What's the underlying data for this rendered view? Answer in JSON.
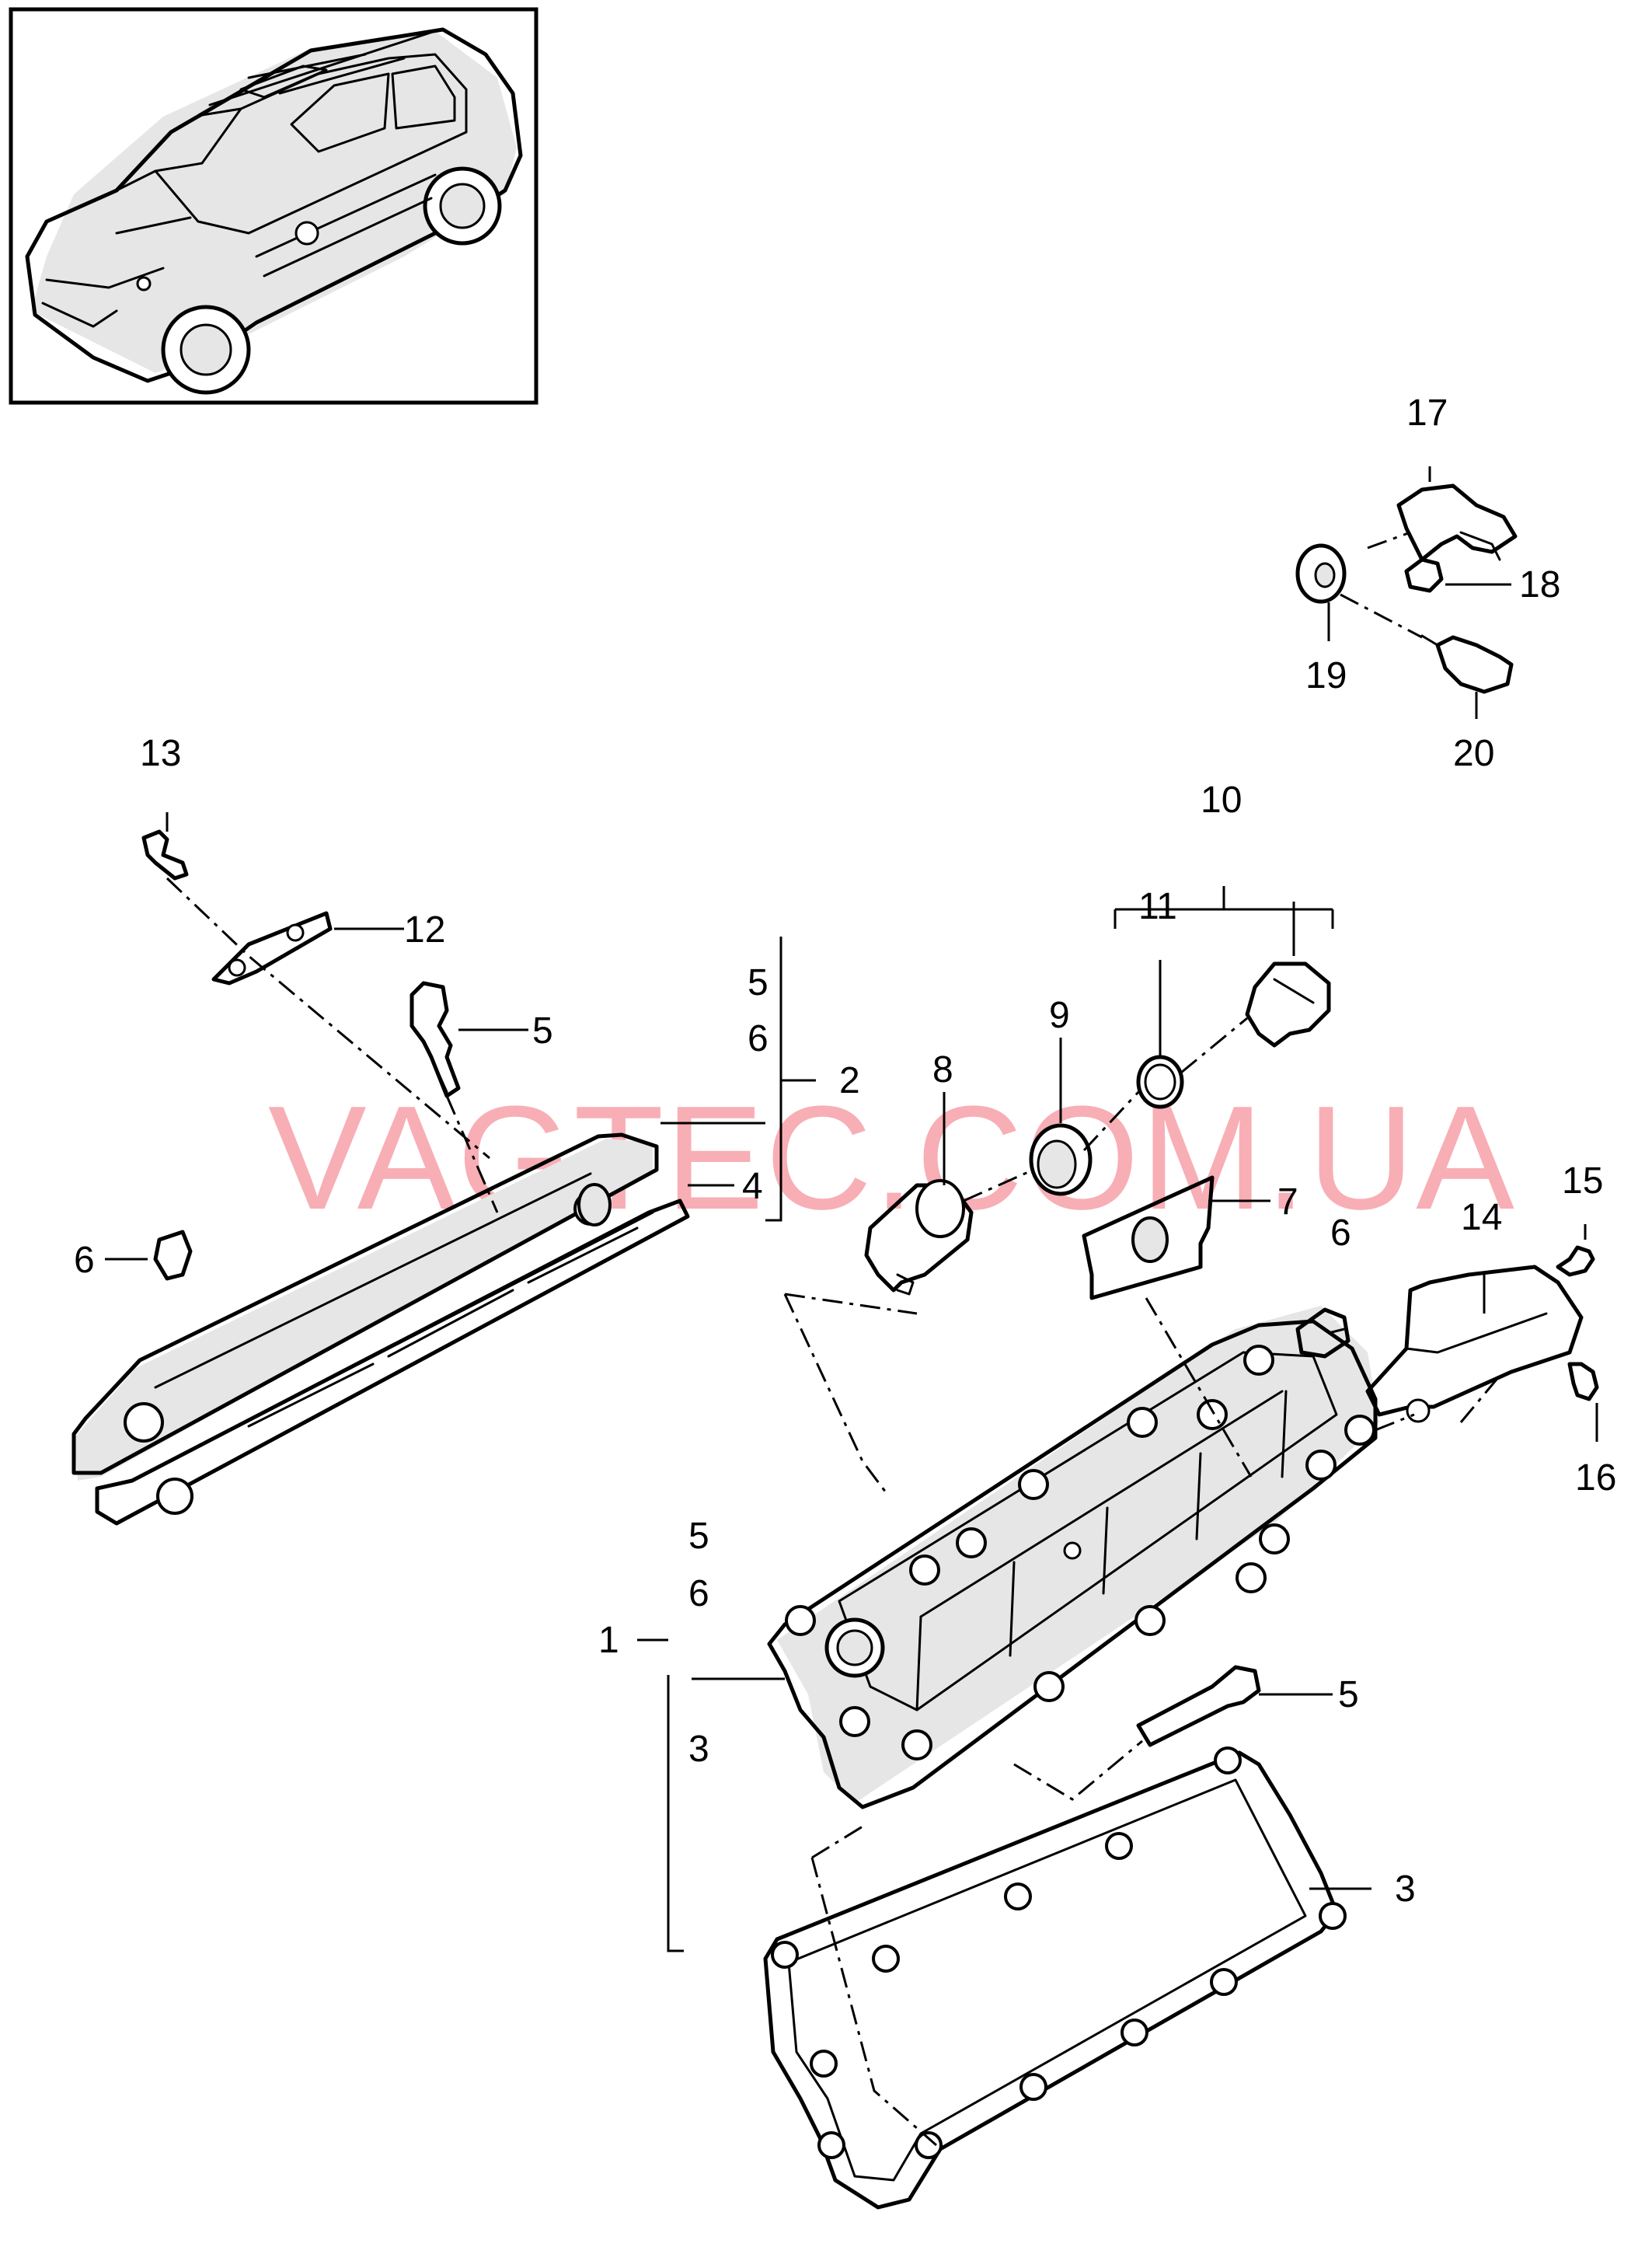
{
  "watermark": "VAGTEC.COM.UA",
  "labels": {
    "l1": "1",
    "l2": "2",
    "l3a": "3",
    "l3b": "3",
    "l4": "4",
    "l5a": "5",
    "l5b": "5",
    "l5c": "5",
    "l5d": "5",
    "l6a": "6",
    "l6b": "6",
    "l6c": "6",
    "l6d": "6",
    "l7": "7",
    "l8": "8",
    "l9": "9",
    "l10": "10",
    "l11": "11",
    "l12": "12",
    "l13": "13",
    "l14": "14",
    "l15": "15",
    "l16": "16",
    "l17": "17",
    "l18": "18",
    "l19": "19",
    "l20": "20"
  },
  "icons": {
    "vehicle": "suv-vehicle-thumbnail"
  }
}
